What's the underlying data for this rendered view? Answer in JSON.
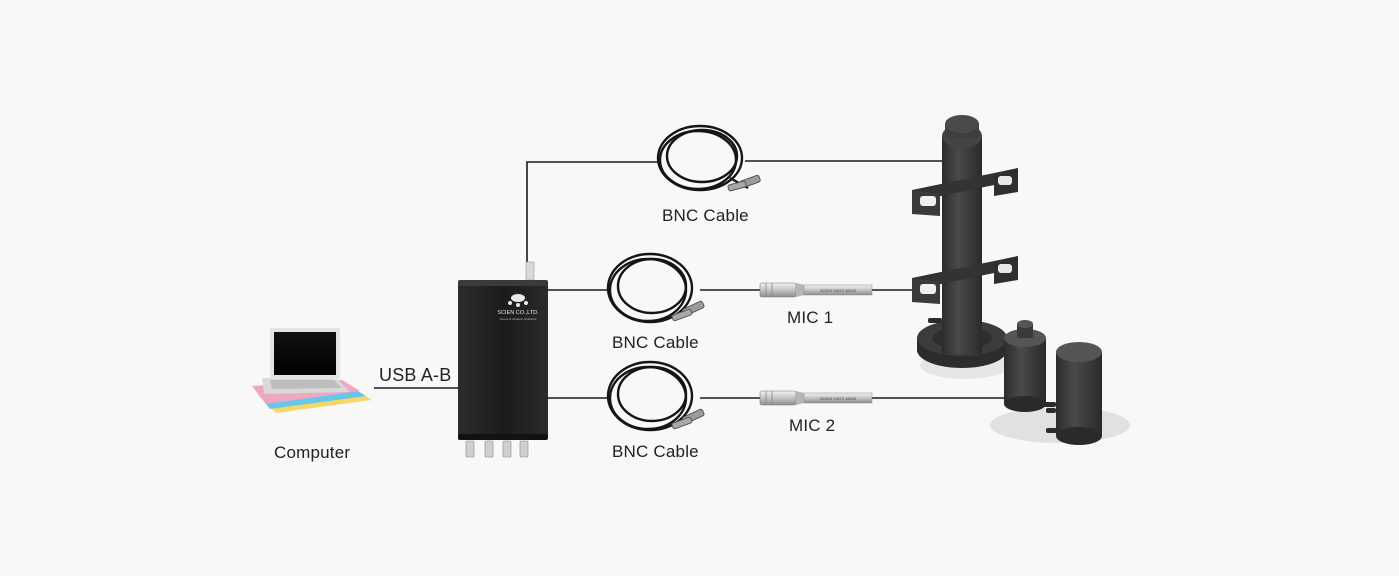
{
  "diagram": {
    "labels": {
      "computer": "Computer",
      "usb": "USB A-B",
      "bnc_top": "BNC Cable",
      "bnc_mid": "BNC Cable",
      "bnc_bottom": "BNC Cable",
      "mic1": "MIC 1",
      "mic2": "MIC 2"
    },
    "device_brand": "SCIEN CO.,LTD.",
    "device_tagline": "Sound & vibration Solutions",
    "mic_engraving": "SCIEN CM73 18100",
    "colors": {
      "background": "#f8f8f8",
      "line": "#1a1a1a",
      "device": "#232323",
      "fixture": "#3a3a3a",
      "cable": "#151515"
    }
  }
}
